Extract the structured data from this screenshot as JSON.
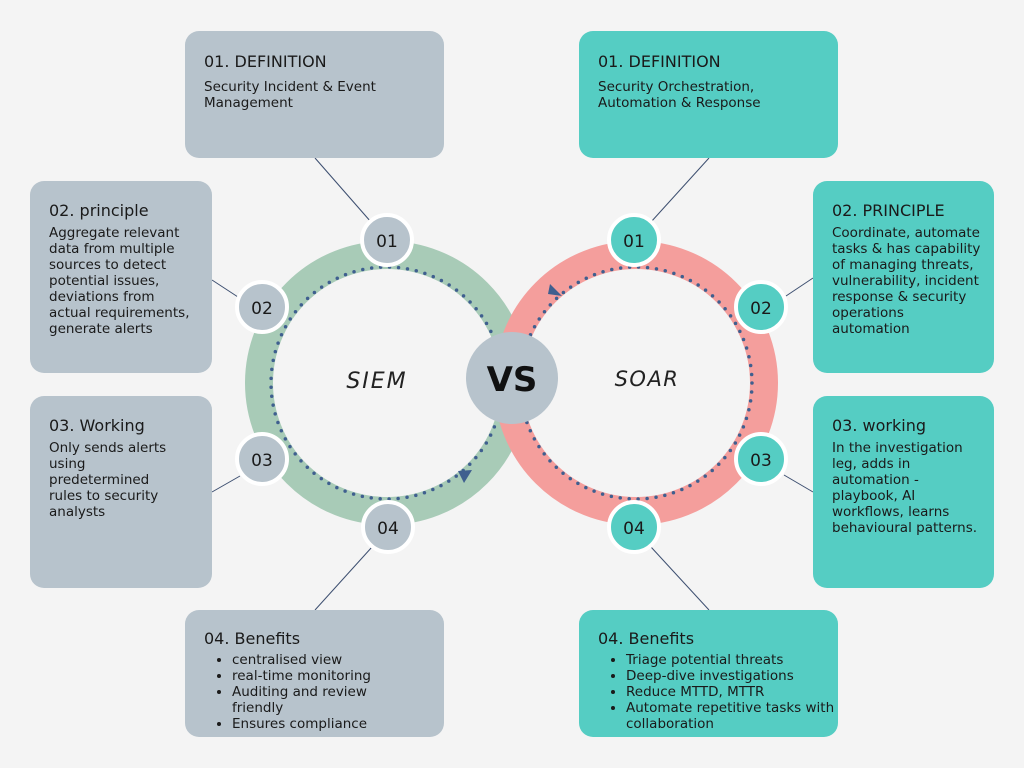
{
  "center": {
    "label": "VS",
    "left_name": "SIEM",
    "right_name": "SOAR"
  },
  "node_labels": [
    "01",
    "02",
    "03",
    "04"
  ],
  "colors": {
    "siem_ring": "#a8cbb7",
    "soar_ring": "#f49e9c",
    "grey_card": "#b7c3cc",
    "teal_card": "#55cdc3",
    "dots": "#3f5f8f",
    "vs_circle": "#b7c3cc"
  },
  "siem": {
    "definition": {
      "title": "01. DEFINITION",
      "body": "Security Incident & Event Management"
    },
    "principle": {
      "title": "02. principle",
      "body": "Aggregate relevant data from multiple sources to detect potential issues, deviations from actual requirements, generate alerts"
    },
    "working": {
      "title": "03. Working",
      "body": "Only sends alerts using predetermined rules to security analysts"
    },
    "benefits": {
      "title": "04. Benefits",
      "items": [
        "centralised view",
        "real-time monitoring",
        "Auditing and review friendly",
        "Ensures compliance"
      ]
    }
  },
  "soar": {
    "definition": {
      "title": "01. DEFINITION",
      "body": "Security Orchestration, Automation & Response"
    },
    "principle": {
      "title": "02. PRINCIPLE",
      "body": "Coordinate, automate tasks & has capability of managing threats, vulnerability, incident response & security operations automation"
    },
    "working": {
      "title": "03. working",
      "body": "In the investigation leg, adds in automation - playbook, AI workflows, learns behavioural patterns."
    },
    "benefits": {
      "title": "04. Benefits",
      "items": [
        "Triage potential threats",
        "Deep-dive investigations",
        "Reduce MTTD, MTTR",
        "Automate repetitive tasks with collaboration"
      ]
    }
  }
}
